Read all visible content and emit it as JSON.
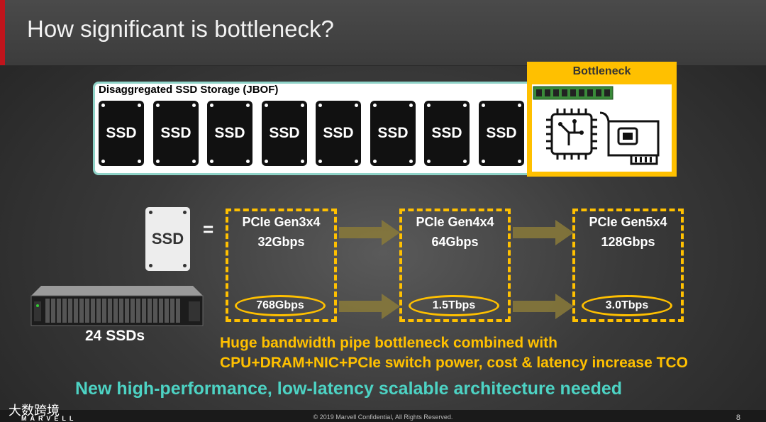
{
  "title": "How significant is bottleneck?",
  "jbof": {
    "label": "Disaggregated SSD Storage (JBOF)",
    "drives": [
      "SSD",
      "SSD",
      "SSD",
      "SSD",
      "SSD",
      "SSD",
      "SSD",
      "SSD"
    ]
  },
  "bottleneck": {
    "label": "Bottleneck"
  },
  "single_ssd": {
    "label": "SSD",
    "equals": "="
  },
  "gens": [
    {
      "name": "PCIe Gen3x4",
      "rate": "32Gbps",
      "total": "768Gbps"
    },
    {
      "name": "PCIe Gen4x4",
      "rate": "64Gbps",
      "total": "1.5Tbps"
    },
    {
      "name": "PCIe Gen5x4",
      "rate": "128Gbps",
      "total": "3.0Tbps"
    }
  ],
  "server_caption": "24 SSDs",
  "huge_line1": "Huge bandwidth pipe bottleneck combined with",
  "huge_line2": "CPU+DRAM+NIC+PCIe switch power, cost & latency increase TCO",
  "bottom_message": "New high-performance, low-latency scalable architecture needed",
  "footer": {
    "copyright": "© 2019 Marvell Confidential, All Rights Reserved.",
    "page": "8",
    "watermark": "大数跨境",
    "brand": "MARVELL"
  },
  "colors": {
    "accent_red": "#c0141c",
    "highlight": "#ffc000",
    "teal": "#4dd3c4"
  }
}
